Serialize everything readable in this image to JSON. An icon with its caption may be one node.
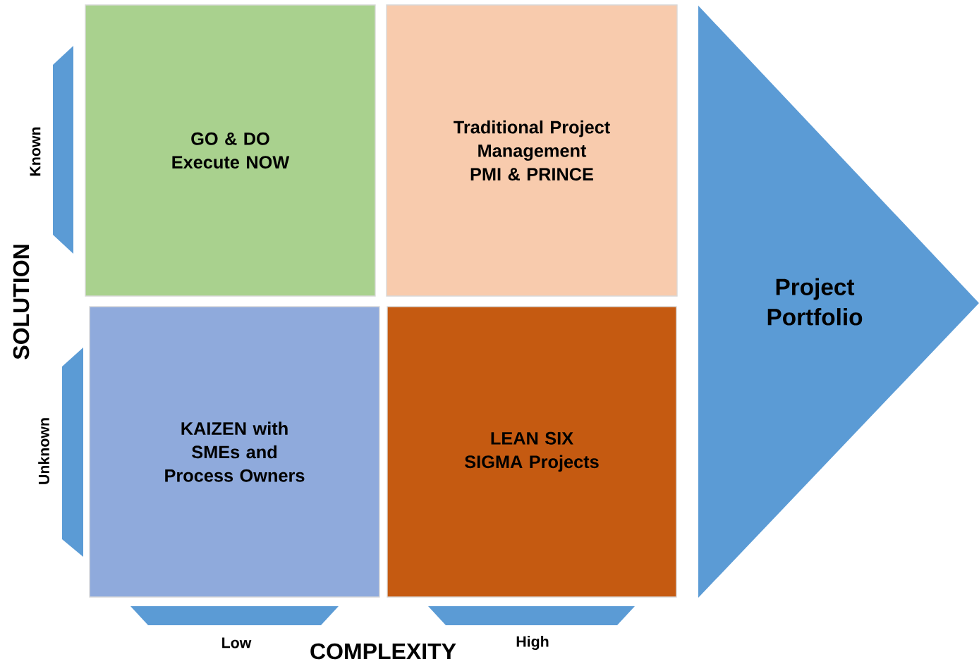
{
  "diagram": {
    "nodes": [
      {
        "text": [
          "GO & DO Execute NOW"
        ]
      },
      {
        "text": [
          "Traditional Project Management PMI & PRINCE"
        ]
      },
      {
        "text": [
          "KAIZEN with SMEs and Process Owners"
        ]
      },
      {
        "text": [
          "LEAN SIX SIGMA Projects"
        ]
      },
      {
        "text": [
          "Project Portfolio"
        ]
      },
      {
        "text": [],
        "shape": "bar",
        "beside": [
          "Known"
        ]
      },
      {
        "text": [],
        "shape": "bar",
        "beside": [
          "Unknown"
        ]
      },
      {
        "text": [],
        "shape": "bar",
        "beside": [
          "Low"
        ]
      },
      {
        "text": [],
        "shape": "bar",
        "beside": [
          "High"
        ]
      }
    ],
    "labels": [
      "SOLUTION",
      "COMPLEXITY"
    ]
  }
}
